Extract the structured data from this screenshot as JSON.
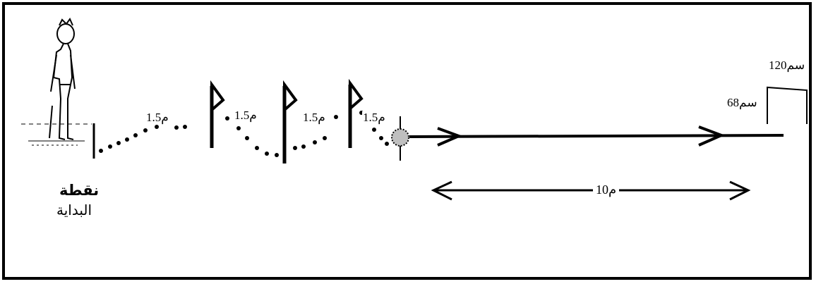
{
  "start_label": {
    "line1": "نقطة",
    "line2": "البداية"
  },
  "segments": [
    "1.5م",
    "1.5م",
    "1.5م",
    "1.5م"
  ],
  "distance_label": "10م",
  "goal": {
    "width_label": "120سم",
    "height_label": "68سم"
  },
  "colors": {
    "ink": "#000000",
    "ball": "#bfbfbf",
    "background": "#ffffff"
  },
  "icons": [
    "player-figure-icon",
    "flag-icon",
    "ball-icon",
    "arrow-icon",
    "goal-icon"
  ]
}
